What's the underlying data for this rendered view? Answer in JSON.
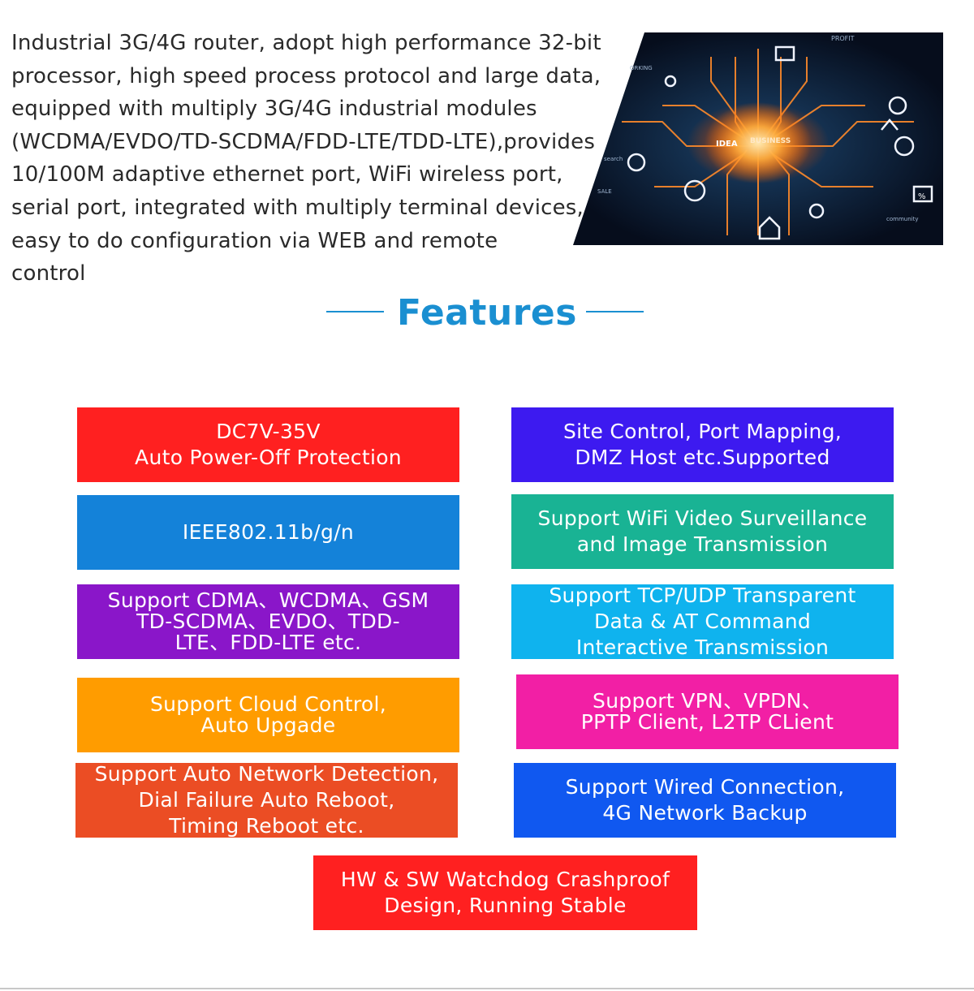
{
  "intro": {
    "lines": [
      "Industrial 3G/4G router, adopt high performance 32-bit",
      "processor, high speed process protocol and large data,",
      "equipped with multiply 3G/4G industrial modules",
      "(WCDMA/EVDO/TD-SCDMA/FDD-LTE/TDD-LTE),provides",
      "10/100M adaptive ethernet port, WiFi wireless port,",
      "serial port, integrated with multiply terminal devices,",
      "easy to do configuration via WEB and remote",
      "control"
    ]
  },
  "hero_image": {
    "labels": {
      "idea": "IDEA",
      "business": "BUSINESS",
      "profit": "PROFIT",
      "working": "ORKING",
      "search": "search",
      "sale": "SALE",
      "community": "community",
      "percent": "%"
    }
  },
  "features": {
    "title": "Features",
    "items": [
      {
        "lines": [
          "DC7V-35V",
          "Auto Power-Off Protection"
        ],
        "color": "#ff2020"
      },
      {
        "lines": [
          "Site Control, Port Mapping,",
          "DMZ Host etc.Supported"
        ],
        "color": "#3d1af0"
      },
      {
        "lines": [
          "IEEE802.11b/g/n"
        ],
        "color": "#1482d9"
      },
      {
        "lines": [
          "Support WiFi Video Surveillance",
          "and Image Transmission"
        ],
        "color": "#19b394"
      },
      {
        "lines": [
          "Support CDMA、WCDMA、GSM",
          "TD-SCDMA、EVDO、TDD-",
          "LTE、FDD-LTE etc."
        ],
        "color": "#8a16c9"
      },
      {
        "lines": [
          "Support TCP/UDP Transparent",
          "Data & AT Command",
          "Interactive Transmission"
        ],
        "color": "#0fb3ee"
      },
      {
        "lines": [
          "Support Cloud Control,",
          "Auto Upgade"
        ],
        "color": "#ff9c00"
      },
      {
        "lines": [
          "Support VPN、VPDN、",
          "PPTP Client, L2TP CLient"
        ],
        "color": "#f21fa5"
      },
      {
        "lines": [
          "Support Auto Network Detection,",
          "Dial Failure Auto Reboot,",
          "Timing Reboot etc."
        ],
        "color": "#eb4d24"
      },
      {
        "lines": [
          "Support Wired Connection,",
          "4G Network Backup"
        ],
        "color": "#1058f0"
      },
      {
        "lines": [
          "HW & SW Watchdog Crashproof",
          "Design, Running Stable"
        ],
        "color": "#ff2020"
      }
    ]
  }
}
